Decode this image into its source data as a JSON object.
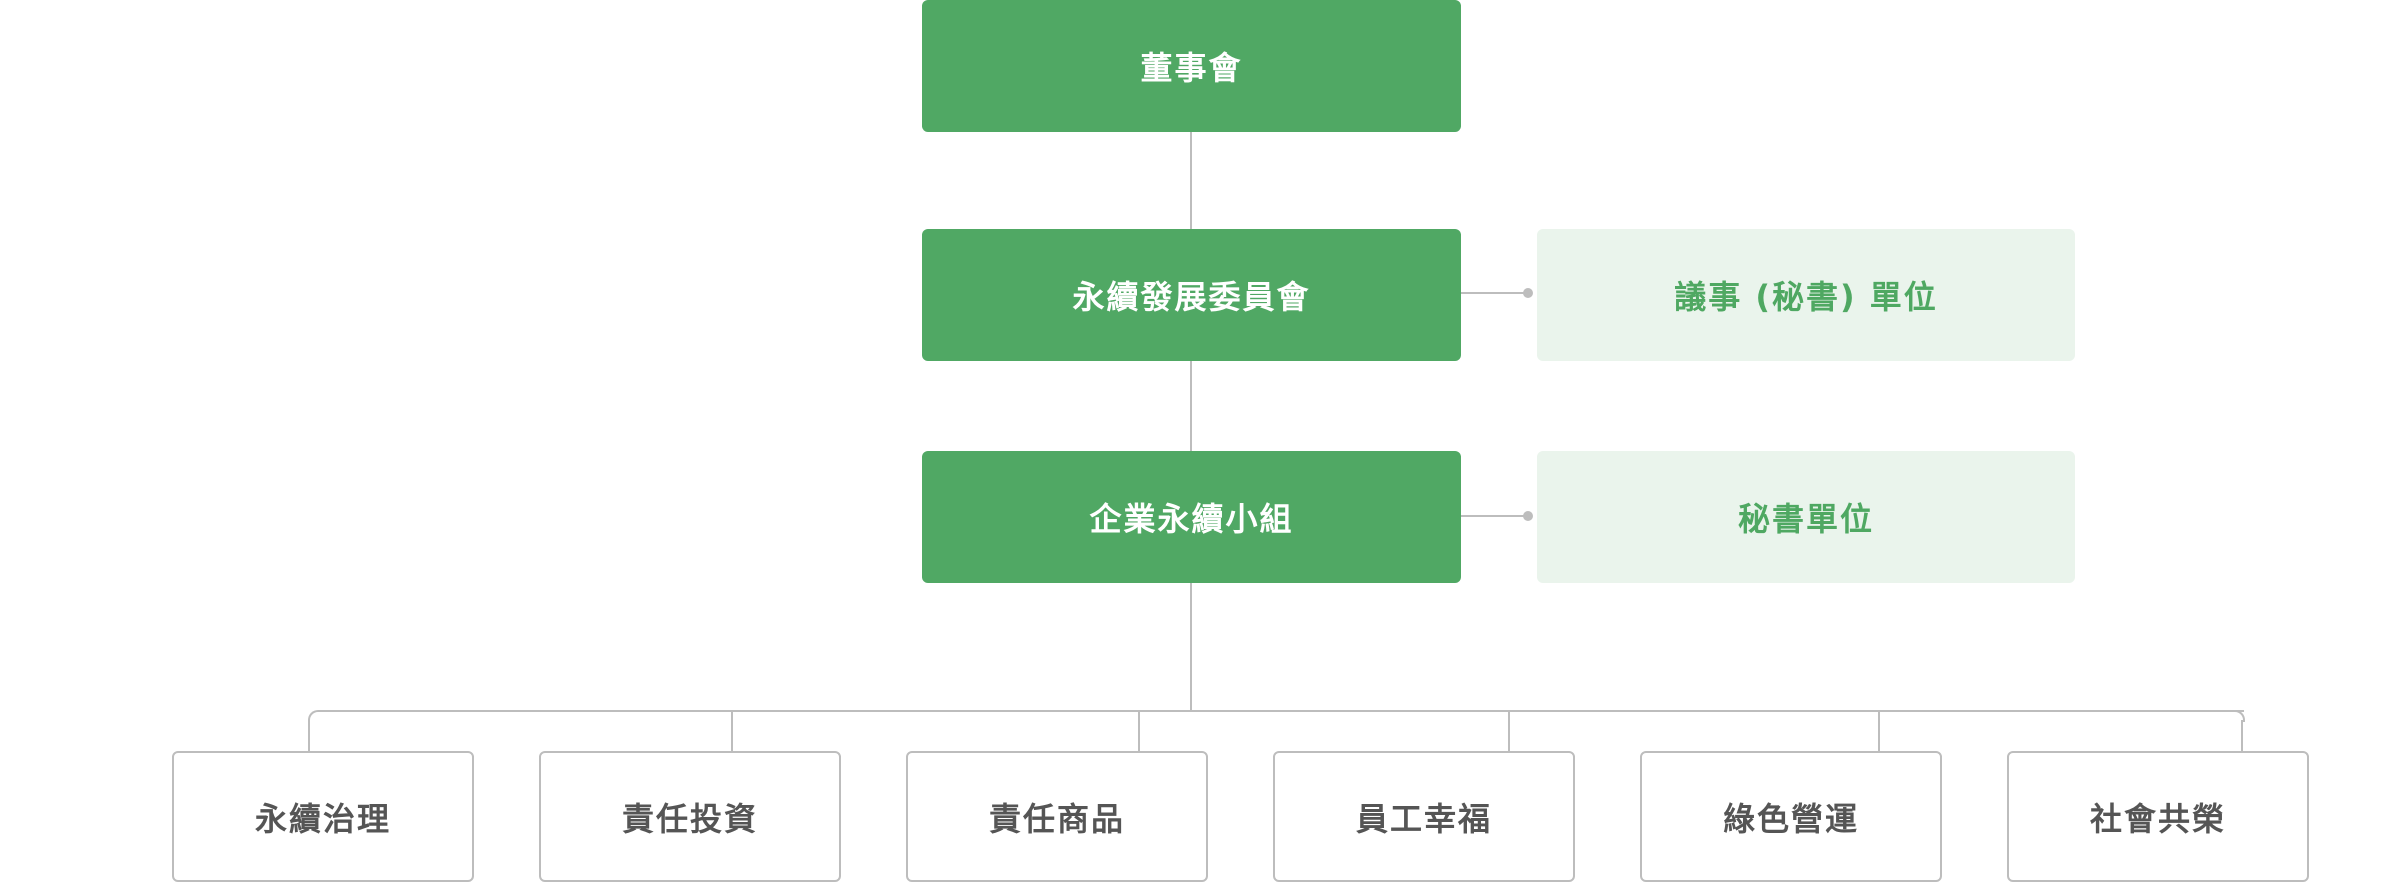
{
  "board": {
    "label": "董事會"
  },
  "committee": {
    "label": "永續發展委員會"
  },
  "committee_secretariat": {
    "label": "議事 (秘書) 單位"
  },
  "task_force": {
    "label": "企業永續小組"
  },
  "task_force_secretariat": {
    "label": "秘書單位"
  },
  "functional_groups": [
    {
      "label": "永續治理"
    },
    {
      "label": "責任投資"
    },
    {
      "label": "責任商品"
    },
    {
      "label": "員工幸福"
    },
    {
      "label": "綠色營運"
    },
    {
      "label": "社會共榮"
    }
  ],
  "colors": {
    "primary_green": "#50a864",
    "secondary_bg": "#eaf4ec",
    "secondary_text": "#4fa862",
    "leaf_text": "#555555",
    "connector": "#bdbdbd"
  }
}
